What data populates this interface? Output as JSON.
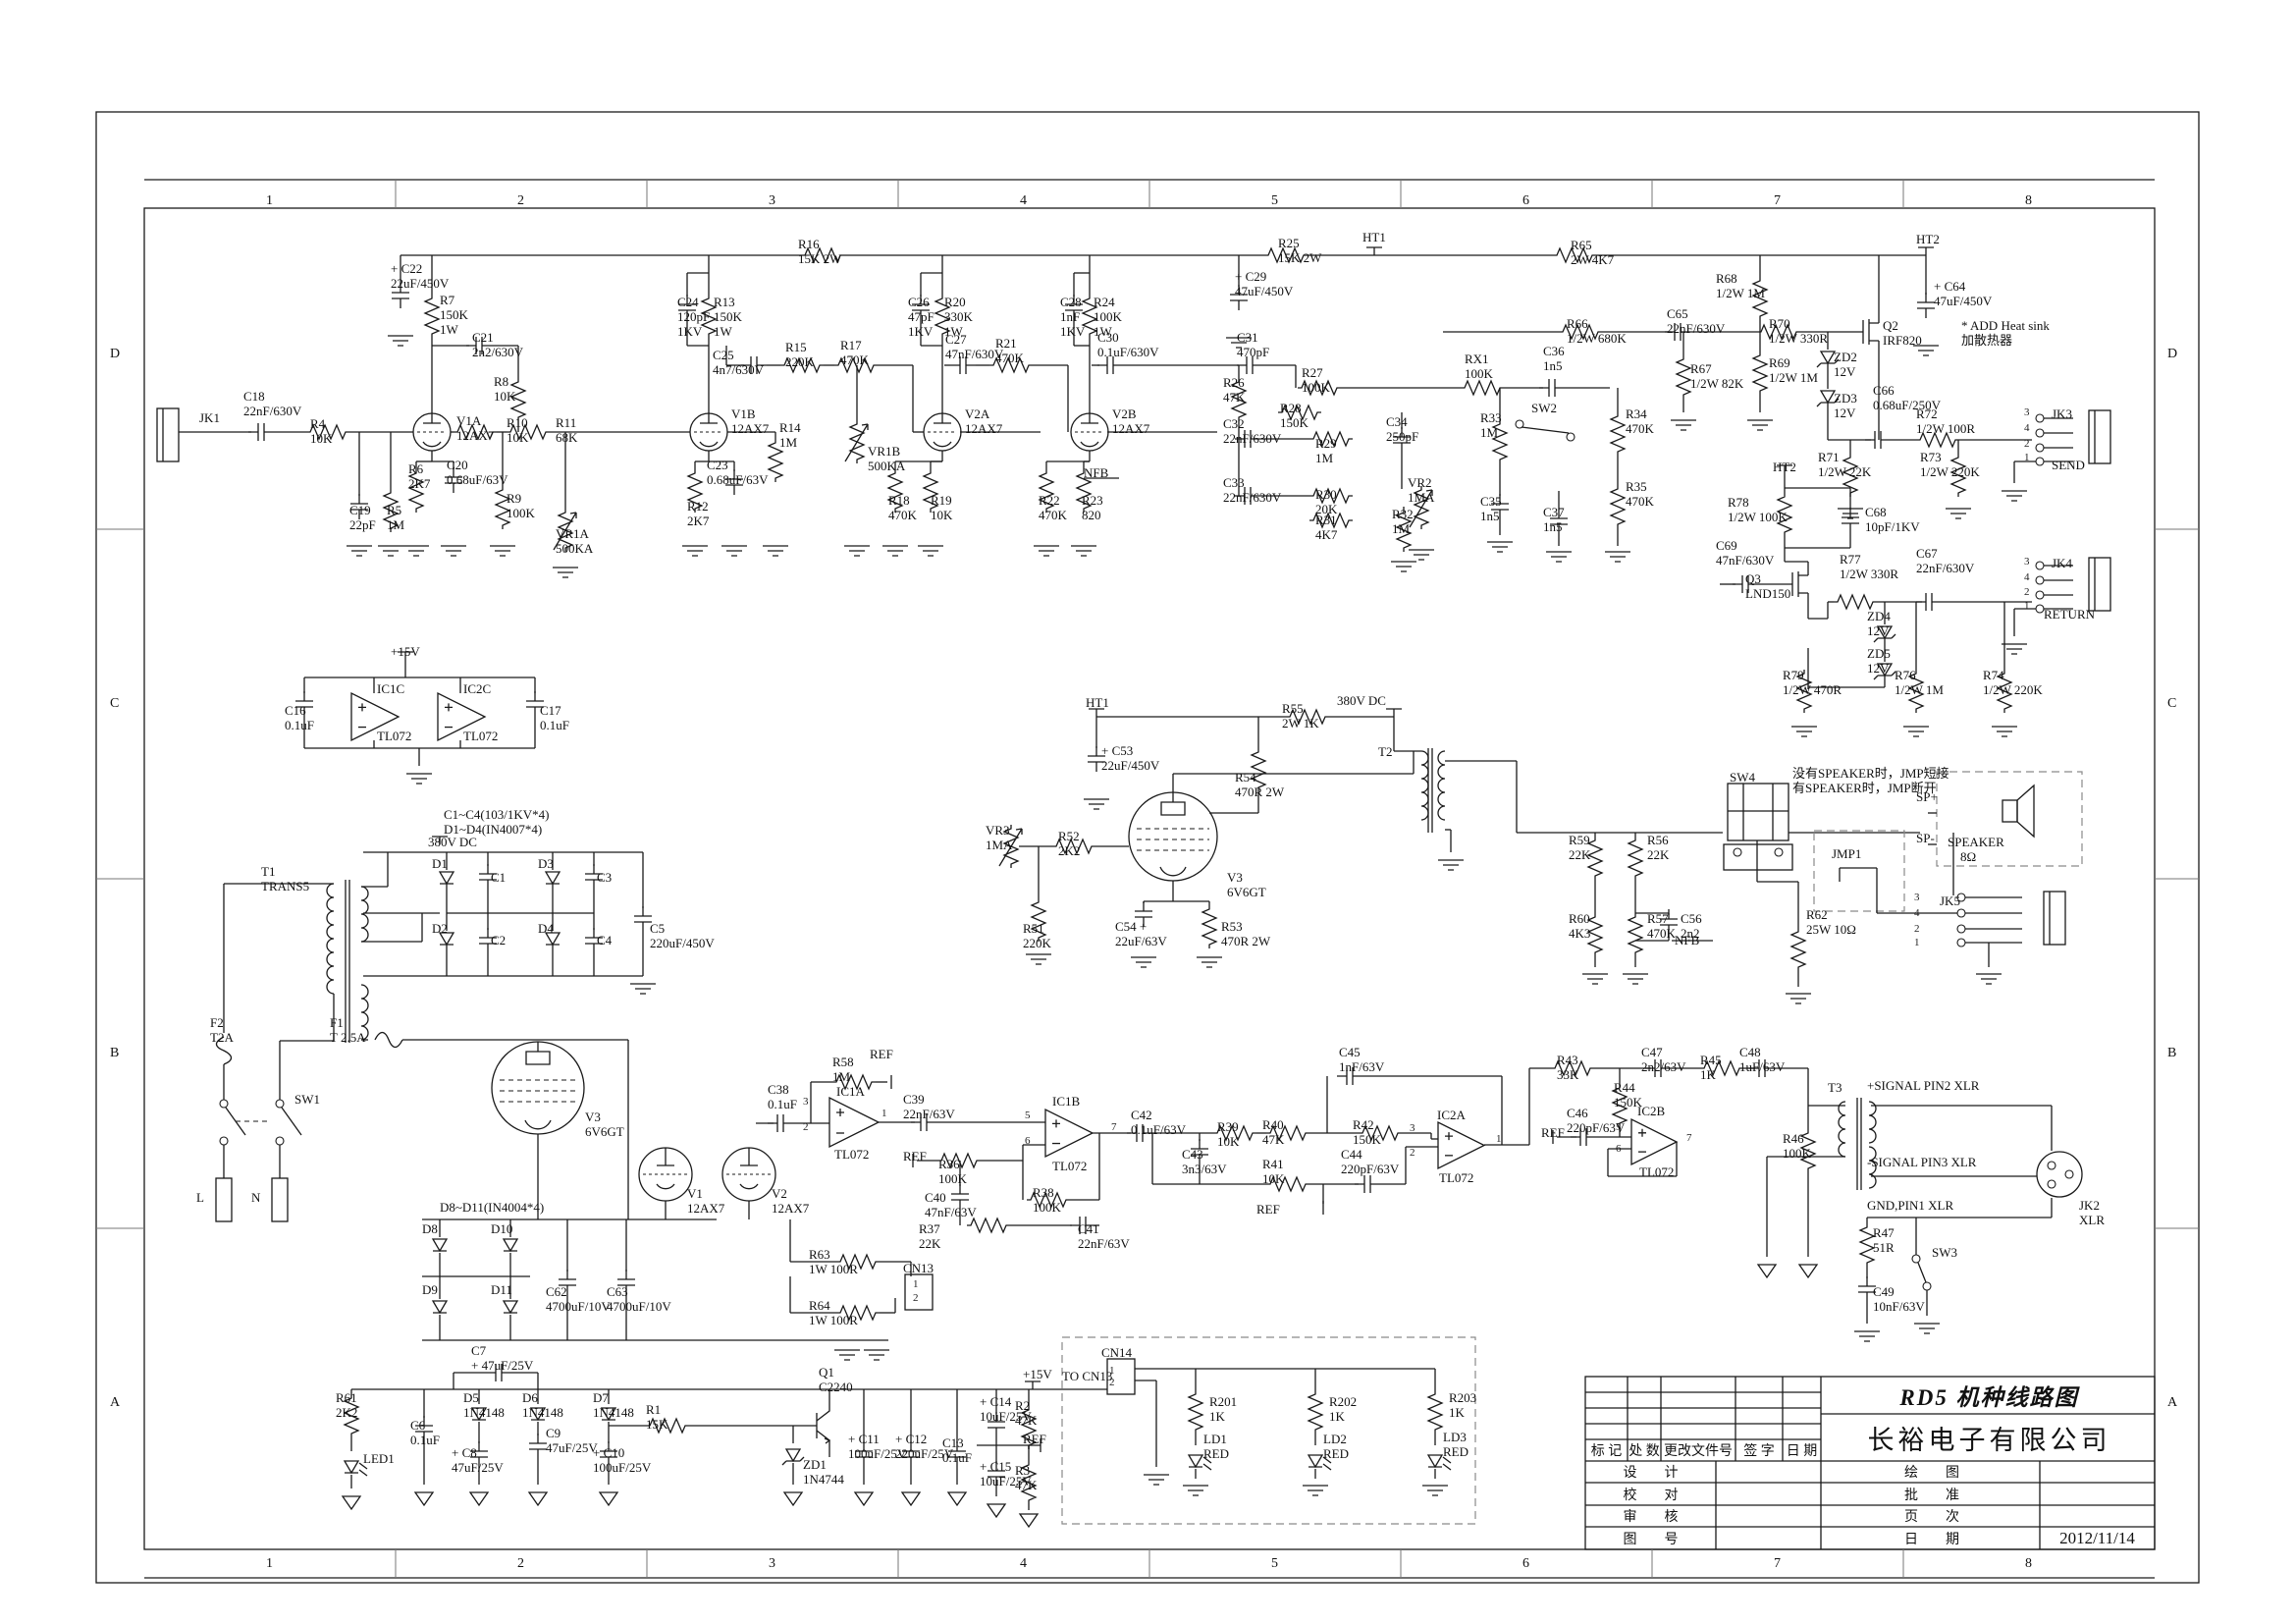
{
  "sheet": {
    "zones_cols": [
      "1",
      "2",
      "3",
      "4",
      "5",
      "6",
      "7",
      "8"
    ],
    "zones_rows": [
      "D",
      "C",
      "B",
      "A"
    ],
    "line_color": "#1a1a1a"
  },
  "title_block": {
    "drawing_title": "RD5  机种线路图",
    "company": "长裕电子有限公司",
    "rev_headers": [
      "标 记",
      "处 数",
      "更改文件号",
      "签  字",
      "日 期"
    ],
    "left_rows": [
      "设　　计",
      "校　　对",
      "审　　核",
      "图　　号"
    ],
    "right_rows": [
      "绘　　图",
      "批　　准",
      "页　　次",
      "日　　期"
    ],
    "date_value": "2012/11/14"
  },
  "labels": [
    [
      203,
      418,
      "JK1"
    ],
    [
      248,
      396,
      "C18\n22nF/630V"
    ],
    [
      316,
      424,
      "R4\n10K"
    ],
    [
      398,
      266,
      "+ C22\n22uF/450V"
    ],
    [
      448,
      298,
      "R7\n150K\n1W"
    ],
    [
      481,
      336,
      "C21\n2n2/630V"
    ],
    [
      503,
      381,
      "R8\n10K"
    ],
    [
      465,
      421,
      "V1A\n12AX7"
    ],
    [
      516,
      423,
      "R10\n10K"
    ],
    [
      566,
      423,
      "R11\n68K"
    ],
    [
      455,
      466,
      "C20\n0.68uF/63V"
    ],
    [
      356,
      512,
      "C19\n22pF"
    ],
    [
      394,
      512,
      "R5\n1M"
    ],
    [
      416,
      470,
      "R6\n2K7"
    ],
    [
      516,
      500,
      "R9\n100K"
    ],
    [
      566,
      536,
      "VR1A\n500KA"
    ],
    [
      813,
      241,
      "R16\n15K 2W"
    ],
    [
      690,
      300,
      "C24\n120pF\n1KV"
    ],
    [
      727,
      300,
      "R13\n150K\n1W"
    ],
    [
      726,
      354,
      "C25\n4n7/630V"
    ],
    [
      800,
      346,
      "R15\n220K"
    ],
    [
      856,
      344,
      "R17\n470K"
    ],
    [
      745,
      414,
      "V1B\n12AX7"
    ],
    [
      794,
      428,
      "R14\n1M"
    ],
    [
      884,
      452,
      "VR1B\n500KA"
    ],
    [
      720,
      466,
      "C23\n0.68uF/63V"
    ],
    [
      700,
      508,
      "R12\n2K7"
    ],
    [
      905,
      502,
      "R18\n470K"
    ],
    [
      948,
      502,
      "R19\n10K"
    ],
    [
      925,
      300,
      "C26\n47pF\n1KV"
    ],
    [
      962,
      300,
      "R20\n330K\n1W"
    ],
    [
      963,
      338,
      "C27\n47nF/630V"
    ],
    [
      1014,
      342,
      "R21\n470K"
    ],
    [
      983,
      414,
      "V2A\n12AX7"
    ],
    [
      1080,
      300,
      "C28\n1nF\n1KV"
    ],
    [
      1114,
      300,
      "R24\n100K\n1W"
    ],
    [
      1118,
      336,
      "C30\n0.1uF/630V"
    ],
    [
      1133,
      414,
      "V2B\n12AX7"
    ],
    [
      1104,
      474,
      "NFB"
    ],
    [
      1058,
      502,
      "R22\n470K"
    ],
    [
      1102,
      502,
      "R23\n820"
    ],
    [
      1302,
      240,
      "R25\n15K 2W"
    ],
    [
      1388,
      234,
      "HT1"
    ],
    [
      1258,
      274,
      "+ C29\n47uF/450V"
    ],
    [
      1600,
      242,
      "R65\n2W 4K7"
    ],
    [
      1260,
      336,
      "C31\n470pF"
    ],
    [
      1246,
      382,
      "R26\n47K"
    ],
    [
      1326,
      372,
      "R27\n100K"
    ],
    [
      1304,
      408,
      "R28\n150K"
    ],
    [
      1246,
      424,
      "C32\n22nF/630V"
    ],
    [
      1340,
      444,
      "R29\n1M"
    ],
    [
      1246,
      484,
      "C33\n22nF/630V"
    ],
    [
      1340,
      496,
      "R30\n20K"
    ],
    [
      1340,
      522,
      "R31\n4K7"
    ],
    [
      1418,
      516,
      "R32\n1M"
    ],
    [
      1412,
      422,
      "C34\n250pF"
    ],
    [
      1434,
      484,
      "VR2\n1MA"
    ],
    [
      1492,
      358,
      "RX1\n100K"
    ],
    [
      1572,
      350,
      "C36\n1n5"
    ],
    [
      1560,
      408,
      "SW2"
    ],
    [
      1508,
      418,
      "R33\n1M"
    ],
    [
      1508,
      503,
      "C35\n1n5"
    ],
    [
      1572,
      514,
      "C37\n1n5"
    ],
    [
      1656,
      414,
      "R34\n470K"
    ],
    [
      1656,
      488,
      "R35\n470K"
    ],
    [
      1596,
      322,
      "R66\n1/2W 680K"
    ],
    [
      1748,
      276,
      "R68\n1/2W 1M"
    ],
    [
      1698,
      312,
      "C65\n22nF/630V"
    ],
    [
      1802,
      362,
      "R69\n1/2W 1M"
    ],
    [
      1722,
      368,
      "R67\n1/2W 82K"
    ],
    [
      1802,
      322,
      "R70\n1/2W 330R"
    ],
    [
      1918,
      324,
      "Q2\nIRF820"
    ],
    [
      1952,
      236,
      "HT2"
    ],
    [
      1970,
      284,
      "+ C64\n47uF/450V"
    ],
    [
      1998,
      324,
      "* ADD Heat sink\n加散热器"
    ],
    [
      1868,
      356,
      "ZD2\n12V"
    ],
    [
      1868,
      398,
      "ZD3\n12V"
    ],
    [
      1908,
      390,
      "C66\n0.68uF/250V"
    ],
    [
      1952,
      414,
      "R72\n1/2W 100R"
    ],
    [
      1852,
      458,
      "R71\n1/2W 22K"
    ],
    [
      1956,
      458,
      "R73\n1/2W 220K"
    ],
    [
      2090,
      414,
      "JK3"
    ],
    [
      2090,
      466,
      "SEND"
    ],
    [
      2062,
      414,
      "3",
      "pin"
    ],
    [
      2062,
      430,
      "4",
      "pin"
    ],
    [
      2062,
      446,
      "2",
      "pin"
    ],
    [
      2062,
      460,
      "1",
      "pin"
    ],
    [
      1806,
      468,
      "HT2"
    ],
    [
      1760,
      504,
      "R78\n1/2W 100K"
    ],
    [
      1900,
      514,
      "C68\n10pF/1KV"
    ],
    [
      1748,
      548,
      "C69\n47nF/630V"
    ],
    [
      1778,
      582,
      "Q3\nLND150"
    ],
    [
      1874,
      562,
      "R77\n1/2W 330R"
    ],
    [
      1952,
      556,
      "C67\n22nF/630V"
    ],
    [
      1902,
      620,
      "ZD4\n12V"
    ],
    [
      1902,
      658,
      "ZD5\n12V"
    ],
    [
      2090,
      566,
      "JK4"
    ],
    [
      2082,
      618,
      "RETURN"
    ],
    [
      2062,
      566,
      "3",
      "pin"
    ],
    [
      2062,
      582,
      "4",
      "pin"
    ],
    [
      2062,
      597,
      "2",
      "pin"
    ],
    [
      2062,
      611,
      "1",
      "pin"
    ],
    [
      1816,
      680,
      "R79\n1/2W 470R"
    ],
    [
      1930,
      680,
      "R76\n1/2W 1M"
    ],
    [
      2020,
      680,
      "R74\n1/2W 220K"
    ],
    [
      1106,
      708,
      "HT1"
    ],
    [
      1122,
      757,
      "+ C53\n22uF/450V"
    ],
    [
      1306,
      714,
      "R55\n2W 1K"
    ],
    [
      1362,
      706,
      "380V DC"
    ],
    [
      1258,
      784,
      "R54\n470R 2W"
    ],
    [
      1404,
      758,
      "T2"
    ],
    [
      1004,
      838,
      "VR3\n1MA"
    ],
    [
      1078,
      844,
      "R52\n2K2"
    ],
    [
      1250,
      886,
      "V3\n6V6GT"
    ],
    [
      1042,
      938,
      "R51\n220K"
    ],
    [
      1136,
      936,
      "C54 +\n22uF/63V"
    ],
    [
      1244,
      936,
      "R53\n470R 2W"
    ],
    [
      1598,
      848,
      "R59\n22K"
    ],
    [
      1678,
      848,
      "R56\n22K"
    ],
    [
      1598,
      928,
      "R60\n4K3"
    ],
    [
      1678,
      928,
      "R57\n470K"
    ],
    [
      1712,
      928,
      "C56\n2n2"
    ],
    [
      1706,
      950,
      "NFB"
    ],
    [
      1762,
      784,
      "SW4"
    ],
    [
      1826,
      780,
      "没有SPEAKER时，JMP短接\n有SPEAKER时，JMP断开",
      "note"
    ],
    [
      1952,
      804,
      "SP+"
    ],
    [
      1952,
      846,
      "SP-"
    ],
    [
      1984,
      850,
      "SPEAKER\n    8Ω"
    ],
    [
      1866,
      862,
      "JMP1"
    ],
    [
      1840,
      924,
      "R62\n25W 10Ω"
    ],
    [
      1976,
      910,
      "JK5"
    ],
    [
      1950,
      908,
      "3",
      "pin"
    ],
    [
      1950,
      924,
      "4",
      "pin"
    ],
    [
      1950,
      940,
      "2",
      "pin"
    ],
    [
      1950,
      954,
      "1",
      "pin"
    ],
    [
      398,
      656,
      "+15V"
    ],
    [
      384,
      694,
      "IC1C"
    ],
    [
      384,
      742,
      "TL072"
    ],
    [
      472,
      694,
      "IC2C"
    ],
    [
      472,
      742,
      "TL072"
    ],
    [
      290,
      716,
      "C16\n0.1uF"
    ],
    [
      550,
      716,
      "C17\n0.1uF"
    ],
    [
      452,
      822,
      "C1~C4(103/1KV*4)\nD1~D4(IN4007*4)"
    ],
    [
      436,
      850,
      "380V DC"
    ],
    [
      266,
      880,
      "T1\nTRANS5"
    ],
    [
      440,
      872,
      "D1"
    ],
    [
      500,
      886,
      "C1"
    ],
    [
      548,
      872,
      "D3"
    ],
    [
      608,
      886,
      "C3"
    ],
    [
      440,
      938,
      "D2"
    ],
    [
      500,
      950,
      "C2"
    ],
    [
      548,
      938,
      "D4"
    ],
    [
      608,
      950,
      "C4"
    ],
    [
      662,
      938,
      "C5\n220uF/450V"
    ],
    [
      214,
      1034,
      "F2\nT2A"
    ],
    [
      336,
      1034,
      "F1\nT 2.5A"
    ],
    [
      300,
      1112,
      "SW1"
    ],
    [
      200,
      1212,
      "L"
    ],
    [
      256,
      1212,
      "N"
    ],
    [
      596,
      1130,
      "V3\n6V6GT"
    ],
    [
      448,
      1222,
      "D8~D11(IN4004*4)"
    ],
    [
      430,
      1244,
      "D8"
    ],
    [
      500,
      1244,
      "D10"
    ],
    [
      430,
      1306,
      "D9"
    ],
    [
      500,
      1306,
      "D11"
    ],
    [
      556,
      1308,
      "C62\n4700uF/10V"
    ],
    [
      618,
      1308,
      "C63\n4700uF/10V"
    ],
    [
      700,
      1208,
      "V1\n12AX7"
    ],
    [
      786,
      1208,
      "V2\n12AX7"
    ],
    [
      824,
      1270,
      "R63\n1W 100R"
    ],
    [
      824,
      1322,
      "R64\n1W 100R"
    ],
    [
      920,
      1284,
      "CN13"
    ],
    [
      930,
      1302,
      "1",
      "pin"
    ],
    [
      930,
      1316,
      "2",
      "pin"
    ],
    [
      782,
      1102,
      "C38\n0.1uF"
    ],
    [
      848,
      1074,
      "R58\n1M"
    ],
    [
      886,
      1066,
      "REF"
    ],
    [
      852,
      1104,
      "IC1A"
    ],
    [
      850,
      1168,
      "TL072"
    ],
    [
      818,
      1116,
      "3",
      "pin"
    ],
    [
      818,
      1142,
      "2",
      "pin"
    ],
    [
      898,
      1128,
      "1",
      "pin"
    ],
    [
      920,
      1112,
      "C39\n22nF/63V"
    ],
    [
      920,
      1170,
      "REF"
    ],
    [
      956,
      1178,
      "R36\n100K"
    ],
    [
      942,
      1212,
      "C40\n47nF/63V"
    ],
    [
      936,
      1244,
      "R37\n22K"
    ],
    [
      1052,
      1207,
      "R38\n100K"
    ],
    [
      1098,
      1244,
      "C41\n22nF/63V"
    ],
    [
      1072,
      1114,
      "IC1B"
    ],
    [
      1072,
      1180,
      "TL072"
    ],
    [
      1044,
      1130,
      "5",
      "pin"
    ],
    [
      1044,
      1156,
      "6",
      "pin"
    ],
    [
      1132,
      1142,
      "7",
      "pin"
    ],
    [
      1152,
      1128,
      "C42\n0.1uF/63V"
    ],
    [
      1240,
      1140,
      "R39\n10K"
    ],
    [
      1204,
      1168,
      "C43\n3n3/63V"
    ],
    [
      1286,
      1138,
      "R40\n47K"
    ],
    [
      1286,
      1178,
      "R41\n10K"
    ],
    [
      1364,
      1064,
      "C45\n1nF/63V"
    ],
    [
      1378,
      1138,
      "R42\n150K"
    ],
    [
      1366,
      1168,
      "C44\n220pF/63V"
    ],
    [
      1280,
      1224,
      "REF"
    ],
    [
      1464,
      1128,
      "IC2A"
    ],
    [
      1466,
      1192,
      "TL072"
    ],
    [
      1436,
      1143,
      "3",
      "pin"
    ],
    [
      1436,
      1168,
      "2",
      "pin"
    ],
    [
      1524,
      1154,
      "1",
      "pin"
    ],
    [
      1586,
      1072,
      "R43\n33K"
    ],
    [
      1644,
      1100,
      "R44\n150K"
    ],
    [
      1672,
      1064,
      "C47\n2n2/63V"
    ],
    [
      1732,
      1072,
      "R45\n1K"
    ],
    [
      1772,
      1064,
      "C48\n1uF/63V"
    ],
    [
      1596,
      1126,
      "C46\n220pF/63V"
    ],
    [
      1570,
      1146,
      "REF"
    ],
    [
      1668,
      1124,
      "IC2B"
    ],
    [
      1670,
      1186,
      "TL072"
    ],
    [
      1646,
      1142,
      "5",
      "pin"
    ],
    [
      1646,
      1164,
      "6",
      "pin"
    ],
    [
      1718,
      1153,
      "7",
      "pin"
    ],
    [
      1816,
      1152,
      "R46\n100K"
    ],
    [
      1862,
      1100,
      "T3"
    ],
    [
      1902,
      1098,
      "+SIGNAL PIN2 XLR"
    ],
    [
      1902,
      1176,
      "-SIGNAL PIN3 XLR"
    ],
    [
      1902,
      1220,
      "GND,PIN1 XLR"
    ],
    [
      2118,
      1220,
      "JK2\nXLR"
    ],
    [
      1908,
      1248,
      "R47\n51R"
    ],
    [
      1968,
      1268,
      "SW3"
    ],
    [
      1908,
      1308,
      "C49\n10nF/63V"
    ],
    [
      342,
      1416,
      "R61\n2K2"
    ],
    [
      370,
      1478,
      "LED1"
    ],
    [
      418,
      1444,
      "C6\n0.1uF"
    ],
    [
      472,
      1416,
      "D5\n1N4148"
    ],
    [
      480,
      1368,
      "C7\n+ 47uF/25V"
    ],
    [
      532,
      1416,
      "D6\n1N4148"
    ],
    [
      460,
      1472,
      "+ C8\n47uF/25V"
    ],
    [
      556,
      1452,
      "C9\n47uF/25V"
    ],
    [
      604,
      1416,
      "D7\n1N4148"
    ],
    [
      604,
      1472,
      "+ C10\n100uF/25V"
    ],
    [
      658,
      1428,
      "R1\n15K"
    ],
    [
      834,
      1390,
      "Q1\nC2240"
    ],
    [
      818,
      1484,
      "ZD1\n1N4744"
    ],
    [
      864,
      1458,
      "+ C11\n100uF/25V"
    ],
    [
      912,
      1458,
      "+ C12\n220uF/25V"
    ],
    [
      960,
      1462,
      "C13\n0.1uF"
    ],
    [
      998,
      1420,
      "+ C14\n10uF/25V"
    ],
    [
      1034,
      1424,
      "R2\n47K"
    ],
    [
      1042,
      1392,
      "+15V"
    ],
    [
      1042,
      1458,
      "REF"
    ],
    [
      998,
      1486,
      "+ C15\n10uF/25V"
    ],
    [
      1034,
      1490,
      "R3\n47K"
    ],
    [
      1082,
      1394,
      "TO CN13"
    ],
    [
      1122,
      1370,
      "CN14"
    ],
    [
      1130,
      1390,
      "1",
      "pin"
    ],
    [
      1130,
      1402,
      "2",
      "pin"
    ],
    [
      1232,
      1420,
      "R201\n1K"
    ],
    [
      1226,
      1458,
      "LD1\nRED"
    ],
    [
      1354,
      1420,
      "R202\n1K"
    ],
    [
      1348,
      1458,
      "LD2\nRED"
    ],
    [
      1476,
      1416,
      "R203\n1K"
    ],
    [
      1470,
      1456,
      "LD3\nRED"
    ]
  ]
}
